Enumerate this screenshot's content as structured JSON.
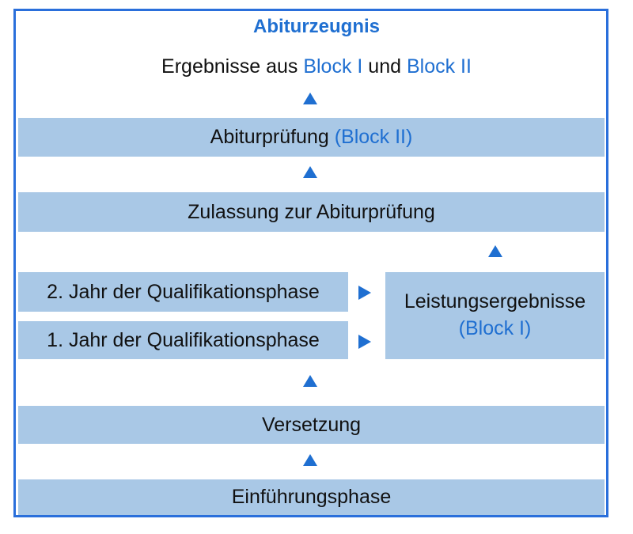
{
  "title": "Abiturzeugnis",
  "results": {
    "prefix": "Ergebnisse aus ",
    "block1": "Block I",
    "middle": " und ",
    "block2": "Block II"
  },
  "exam": {
    "label": "Abiturprüfung ",
    "block": "(Block II)"
  },
  "admission": "Zulassung zur Abiturprüfung",
  "qual_year2": "2. Jahr der Qualifikationsphase",
  "qual_year1": "1. Jahr der Qualifikationsphase",
  "performance": {
    "label": "Leistungsergebnisse",
    "block": "(Block I)"
  },
  "promotion": "Versetzung",
  "intro": "Einführungsphase"
}
